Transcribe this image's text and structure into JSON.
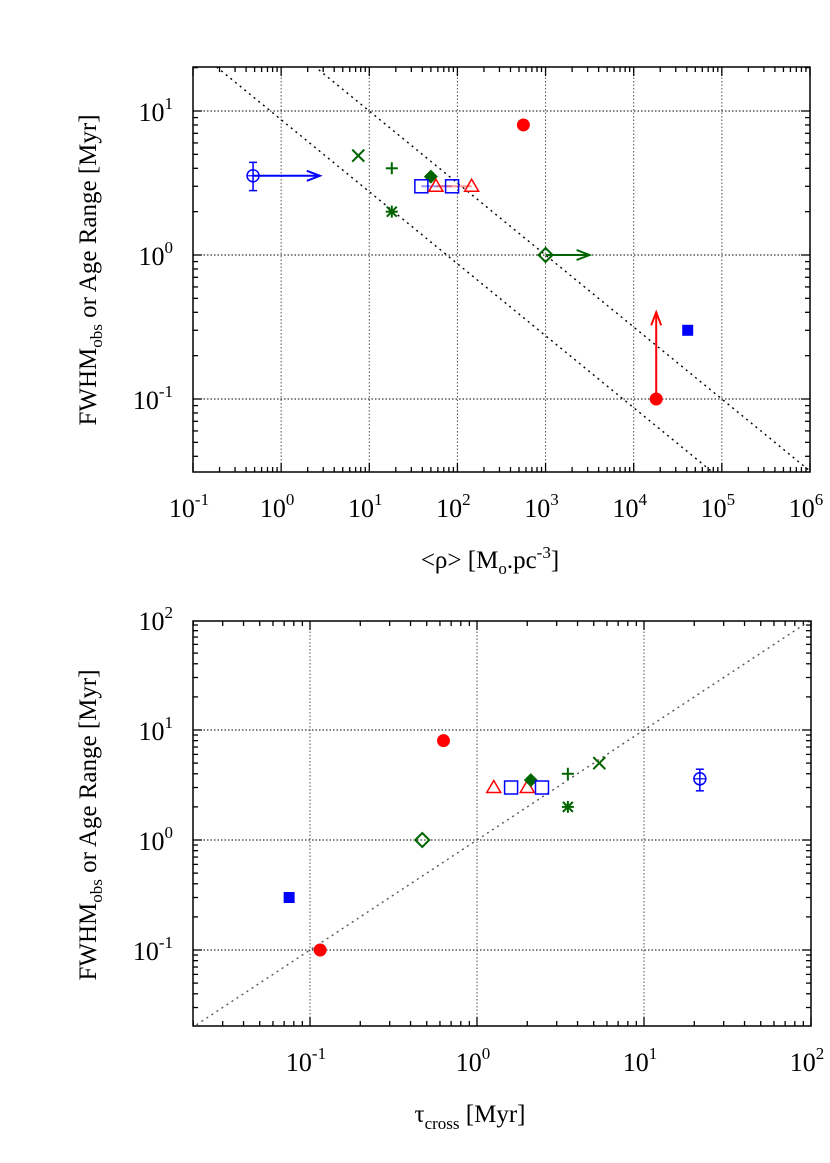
{
  "chart_data": [
    {
      "type": "scatter",
      "title": "",
      "xlabel": "<ρ> [Mo.pc-3]",
      "ylabel": "FWHMobs or Age Range [Myr]",
      "xscale": "log",
      "yscale": "log",
      "xlim": [
        0.1,
        1000000
      ],
      "ylim": [
        0.03,
        20
      ],
      "grid": true,
      "x_tick_labels": [
        "10^-1",
        "10^0",
        "10^1",
        "10^2",
        "10^3",
        "10^4",
        "10^5",
        "10^6"
      ],
      "y_tick_labels": [
        "10^-1",
        "10^0",
        "10^1"
      ],
      "reference_lines": [
        {
          "style": "dotted",
          "form": "y = 8.7 * x^-0.5"
        },
        {
          "style": "dotted",
          "form": "y = 31.6 * x^-0.5"
        }
      ],
      "points": [
        {
          "marker": "open-circle",
          "color": "#0000ff",
          "x": 0.48,
          "y": 3.55,
          "yerr": [
            2.8,
            4.4
          ],
          "arrow": "right",
          "arrow_to_x": 2.75
        },
        {
          "marker": "x",
          "color": "#006400",
          "x": 7.5,
          "y": 4.9
        },
        {
          "marker": "plus",
          "color": "#006400",
          "x": 18,
          "y": 4.0
        },
        {
          "marker": "asterisk",
          "color": "#006400",
          "x": 18,
          "y": 2.0
        },
        {
          "marker": "filled-diamond",
          "color": "#006400",
          "x": 50,
          "y": 3.5
        },
        {
          "marker": "open-square",
          "color": "#0000ff",
          "x": 39,
          "y": 3.0
        },
        {
          "marker": "open-square",
          "color": "#0000ff",
          "x": 87,
          "y": 3.0
        },
        {
          "marker": "open-triangle",
          "color": "#ff0000",
          "x": 57,
          "y": 3.0
        },
        {
          "marker": "open-triangle",
          "color": "#ff0000",
          "x": 145,
          "y": 3.0
        },
        {
          "marker": "filled-circle",
          "color": "#ff0000",
          "x": 560,
          "y": 8.0
        },
        {
          "marker": "open-diamond",
          "color": "#006400",
          "x": 1000,
          "y": 1.0,
          "arrow": "right",
          "arrow_to_x": 3160
        },
        {
          "marker": "filled-circle",
          "color": "#ff0000",
          "x": 18000,
          "y": 0.1,
          "arrow": "up",
          "arrow_to_y": 0.4
        },
        {
          "marker": "filled-square",
          "color": "#0000ff",
          "x": 41000,
          "y": 0.3
        }
      ]
    },
    {
      "type": "scatter",
      "title": "",
      "xlabel": "τcross [Myr]",
      "ylabel": "FWHMobs or Age Range [Myr]",
      "xscale": "log",
      "yscale": "log",
      "xlim": [
        0.02,
        100
      ],
      "ylim": [
        0.02,
        100
      ],
      "grid": true,
      "x_tick_labels": [
        "10^-1",
        "10^0",
        "10^1",
        "10^2"
      ],
      "y_tick_labels": [
        "10^-1",
        "10^0",
        "10^1",
        "10^2"
      ],
      "reference_lines": [
        {
          "style": "dotted",
          "form": "y = x"
        }
      ],
      "points": [
        {
          "marker": "filled-circle",
          "color": "#ff0000",
          "x": 0.63,
          "y": 8.0
        },
        {
          "marker": "open-triangle",
          "color": "#ff0000",
          "x": 1.26,
          "y": 3.0
        },
        {
          "marker": "open-square",
          "color": "#0000ff",
          "x": 1.6,
          "y": 3.0
        },
        {
          "marker": "open-triangle",
          "color": "#ff0000",
          "x": 2.0,
          "y": 3.0
        },
        {
          "marker": "filled-diamond",
          "color": "#006400",
          "x": 2.1,
          "y": 3.5
        },
        {
          "marker": "open-square",
          "color": "#0000ff",
          "x": 2.45,
          "y": 3.0
        },
        {
          "marker": "plus",
          "color": "#006400",
          "x": 3.5,
          "y": 4.0
        },
        {
          "marker": "x",
          "color": "#006400",
          "x": 5.4,
          "y": 5.0
        },
        {
          "marker": "asterisk",
          "color": "#006400",
          "x": 3.5,
          "y": 2.0
        },
        {
          "marker": "open-diamond",
          "color": "#006400",
          "x": 0.47,
          "y": 1.0
        },
        {
          "marker": "filled-square",
          "color": "#0000ff",
          "x": 0.075,
          "y": 0.3
        },
        {
          "marker": "filled-circle",
          "color": "#ff0000",
          "x": 0.115,
          "y": 0.1
        },
        {
          "marker": "open-circle",
          "color": "#0000ff",
          "x": 21.6,
          "y": 3.6,
          "yerr": [
            2.8,
            4.4
          ]
        }
      ]
    }
  ],
  "labels": {
    "top": {
      "ylabel_main": "FWHM",
      "ylabel_sub": "obs",
      "ylabel_rest": " or Age Range [Myr]",
      "xlabel_pre": "<ρ> [M",
      "xlabel_sub": "o",
      "xlabel_mid": ".pc",
      "xlabel_sup": "-3",
      "xlabel_post": "]",
      "xticks": [
        {
          "base": "10",
          "exp": "-1"
        },
        {
          "base": "10",
          "exp": "0"
        },
        {
          "base": "10",
          "exp": "1"
        },
        {
          "base": "10",
          "exp": "2"
        },
        {
          "base": "10",
          "exp": "3"
        },
        {
          "base": "10",
          "exp": "4"
        },
        {
          "base": "10",
          "exp": "5"
        },
        {
          "base": "10",
          "exp": "6"
        }
      ],
      "yticks": [
        {
          "base": "10",
          "exp": "1"
        },
        {
          "base": "10",
          "exp": "0"
        },
        {
          "base": "10",
          "exp": "-1"
        }
      ]
    },
    "bottom": {
      "ylabel_main": "FWHM",
      "ylabel_sub": "obs",
      "ylabel_rest": " or Age Range [Myr]",
      "xlabel_pre": "τ",
      "xlabel_sub": "cross",
      "xlabel_post": " [Myr]",
      "xticks": [
        {
          "base": "10",
          "exp": "-1"
        },
        {
          "base": "10",
          "exp": "0"
        },
        {
          "base": "10",
          "exp": "1"
        },
        {
          "base": "10",
          "exp": "2"
        }
      ],
      "yticks": [
        {
          "base": "10",
          "exp": "2"
        },
        {
          "base": "10",
          "exp": "1"
        },
        {
          "base": "10",
          "exp": "0"
        },
        {
          "base": "10",
          "exp": "-1"
        }
      ]
    }
  }
}
